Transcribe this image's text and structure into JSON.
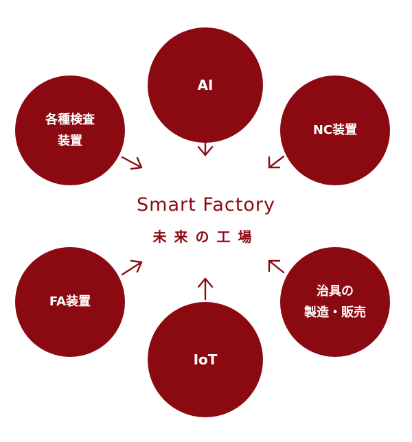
{
  "center": {
    "title": "Smart Factory",
    "subtitle": "未来の工場"
  },
  "nodes": {
    "ai": {
      "label": "AI"
    },
    "nc": {
      "label": "NC装置"
    },
    "inspection": {
      "lines": [
        "各種検査",
        "装置"
      ]
    },
    "fa": {
      "label": "FA装置"
    },
    "jig": {
      "lines": [
        "治具の",
        "製造・販売"
      ]
    },
    "iot": {
      "label": "IoT"
    }
  },
  "colors": {
    "node": "#8b0a12",
    "text": "#ffffff",
    "accent": "#8b0a12"
  }
}
